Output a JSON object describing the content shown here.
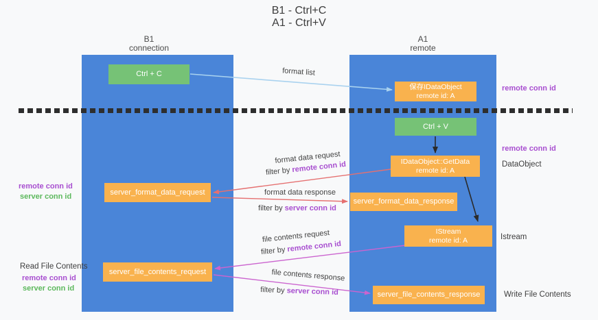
{
  "title": {
    "line1": "B1 - Ctrl+C",
    "line2": "A1 - Ctrl+V"
  },
  "columns": {
    "left": {
      "header_line1": "B1",
      "header_line2": "connection"
    },
    "right": {
      "header_line1": "A1",
      "header_line2": "remote"
    }
  },
  "nodes": {
    "ctrl_c": "Ctrl + C",
    "ctrl_v": "Ctrl + V",
    "save_dataobject": {
      "line1": "保存IDataObject",
      "line2": "remote id: A"
    },
    "getdata": {
      "line1": "IDataObject::GetData",
      "line2": "remote id: A"
    },
    "istream": {
      "line1": "IStream",
      "line2": "remote id: A"
    },
    "server_format_data_request": "server_format_data_request",
    "server_format_data_response": "server_format_data_response",
    "server_file_contents_request": "server_file_contents_request",
    "server_file_contents_response": "server_file_contents_response"
  },
  "edge_labels": {
    "format_list": "format list",
    "format_data_request": "format data request",
    "format_data_response": "format data response",
    "file_contents_request": "file contents request",
    "file_contents_response": "file contents response",
    "filter_prefix": "filter by ",
    "remote_conn_id": "remote conn id",
    "server_conn_id": "server conn id"
  },
  "side_labels": {
    "left": {
      "remote_conn_id_1": "remote conn id",
      "server_conn_id_1": "server conn id",
      "read_file_contents": "Read File Contents",
      "remote_conn_id_2": "remote conn id",
      "server_conn_id_2": "server conn id"
    },
    "right": {
      "remote_conn_id_1": "remote conn id",
      "remote_conn_id_2": "remote conn id",
      "dataobject": "DataObject",
      "istream": "Istream",
      "write_file_contents": "Write File Contents"
    }
  },
  "colors": {
    "column_blue": "#4a85d8",
    "box_green": "#76c276",
    "box_orange": "#f9b24e",
    "arrow_blue": "#a9d2ef",
    "arrow_red": "#e57070",
    "arrow_magenta": "#cb64cf",
    "label_purple": "#a84fd0",
    "label_green": "#5cb85c",
    "background": "#f8f9fa"
  }
}
